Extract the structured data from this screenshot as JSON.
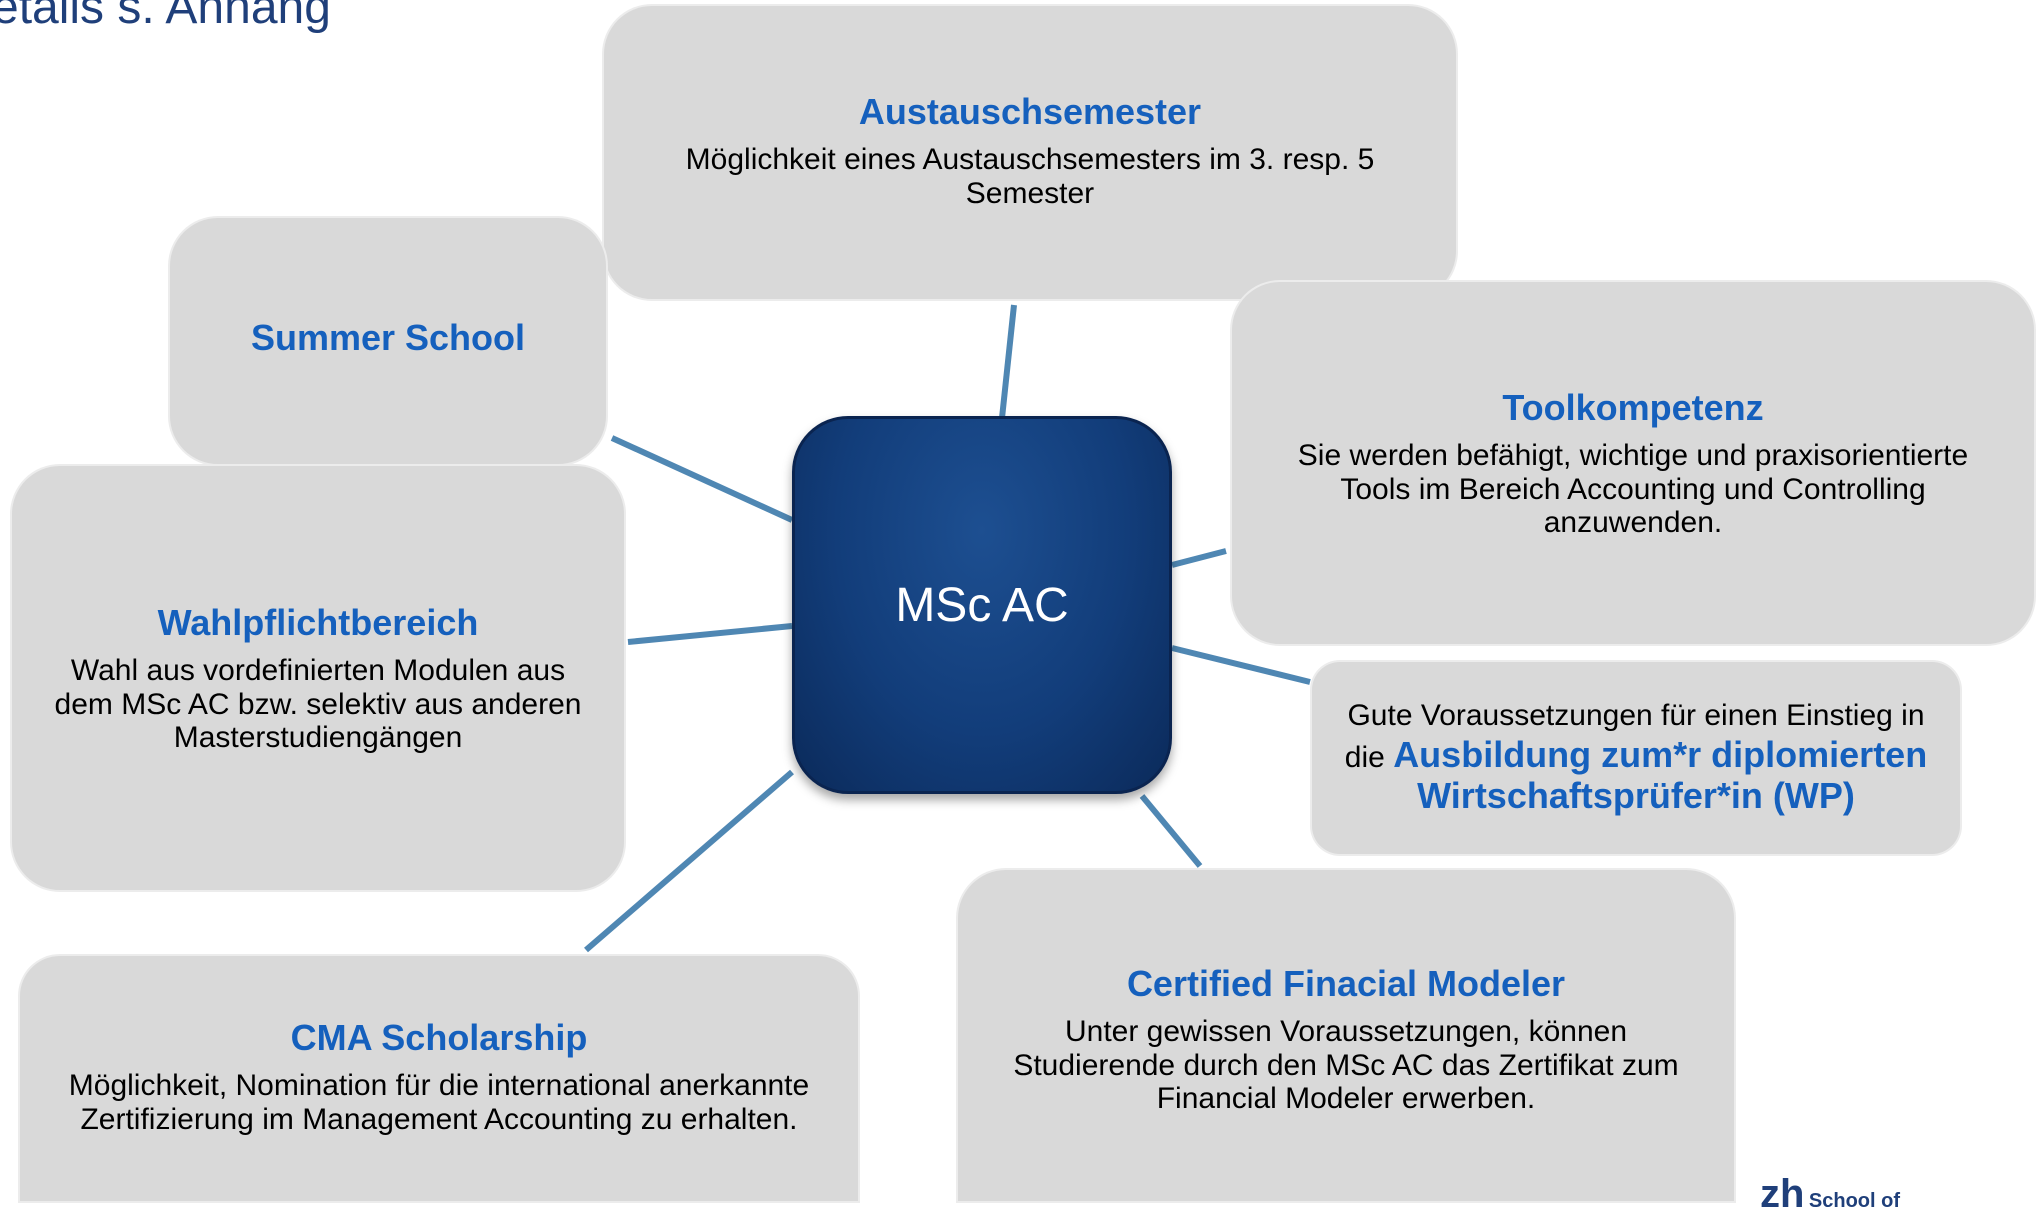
{
  "header": {
    "heading": "etails s. Anhang"
  },
  "center": {
    "label": "MSc AC"
  },
  "nodes": {
    "austauschsemester": {
      "title": "Austauschsemester",
      "body": "Möglichkeit eines Austauschsemesters im 3. resp. 5 Semester"
    },
    "summer_school": {
      "title": "Summer School"
    },
    "toolkompetenz": {
      "title": "Toolkompetenz",
      "body": "Sie werden befähigt, wichtige und praxisorientierte Tools im Bereich Accounting und Controlling anzuwenden."
    },
    "wahlpflichtbereich": {
      "title": "Wahlpflichtbereich",
      "body": "Wahl aus vordefinierten Modulen aus dem MSc AC bzw. selektiv aus anderen Masterstudiengängen"
    },
    "wp": {
      "prefix": "Gute Voraussetzungen für einen Einstieg in die",
      "highlight": "Ausbildung zum*r diplomierten Wirtschaftsprüfer*in (WP)"
    },
    "cma": {
      "title": "CMA Scholarship",
      "body": "Möglichkeit, Nomination für die international anerkannte Zertifizierung im Management Accounting zu erhalten."
    },
    "cfm": {
      "title": "Certified Finacial Modeler",
      "body": "Unter gewissen Voraussetzungen, können Studierende durch den MSc AC das Zertifikat zum Financial Modeler erwerben."
    }
  },
  "logo": {
    "mark": "zh",
    "text": "School of"
  },
  "colors": {
    "accent": "#1560bd",
    "center_fill": "#123d7a",
    "box_fill": "#d9d9d9",
    "connector": "#4f87b3"
  }
}
